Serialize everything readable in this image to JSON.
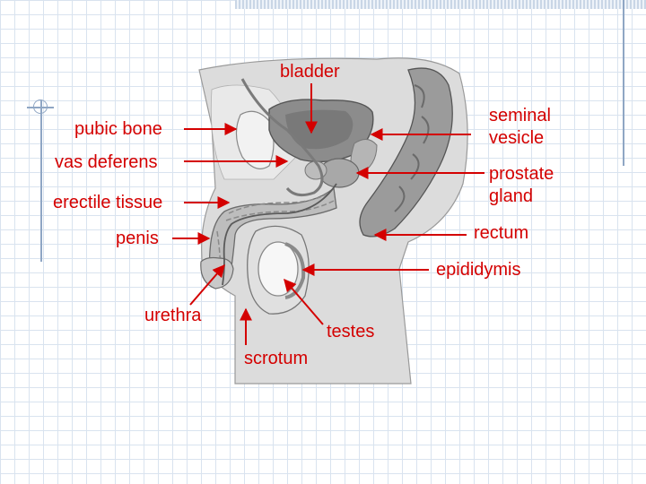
{
  "labels": {
    "bladder": "bladder",
    "seminal_vesicle": "seminal\nvesicle",
    "pubic_bone": "pubic bone",
    "vas_deferens": "vas deferens",
    "prostate_gland": "prostate\ngland",
    "erectile_tissue": "erectile tissue",
    "rectum": "rectum",
    "penis": "penis",
    "epididymis": "epididymis",
    "urethra": "urethra",
    "testes": "testes",
    "scrotum": "scrotum"
  },
  "colors": {
    "label": "#d40000",
    "arrow": "#d40000",
    "tissue_light": "#d7d7d7",
    "tissue_mid": "#a9a9a9",
    "tissue_dark": "#6f6f6f",
    "grid": "#d9e3ef",
    "decor": "#8fa6c4"
  }
}
